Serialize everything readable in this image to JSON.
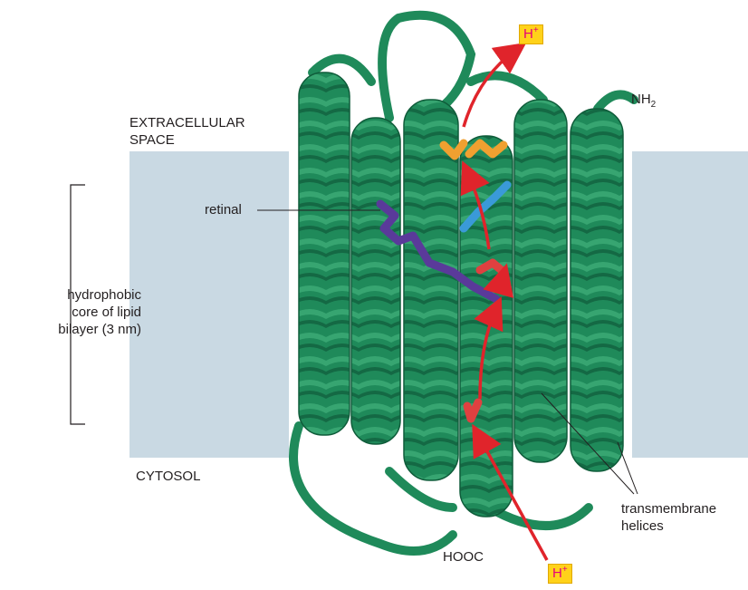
{
  "labels": {
    "extracellular_line1": "EXTRACELLULAR",
    "extracellular_line2": "SPACE",
    "cytosol": "CYTOSOL",
    "retinal": "retinal",
    "core_line1": "hydrophobic",
    "core_line2": "core of lipid",
    "core_line3": "bilayer (3 nm)",
    "nh2_main": "NH",
    "nh2_sub": "2",
    "hooc": "HOOC",
    "helices_line1": "transmembrane",
    "helices_line2": "helices",
    "proton_base": "H",
    "proton_charge": "+"
  },
  "colors": {
    "membrane": "#c9d9e3",
    "protein_helix": "#1f8a5a",
    "protein_helix_dark": "#0f5c3a",
    "proton_arrow": "#e0242b",
    "badge_fill": "#ffd21a",
    "badge_text": "#e3007a",
    "retinal": "#5a3a9a",
    "residue_orange": "#f0a030",
    "residue_blue": "#3a9ad8",
    "residue_red": "#e04040"
  }
}
